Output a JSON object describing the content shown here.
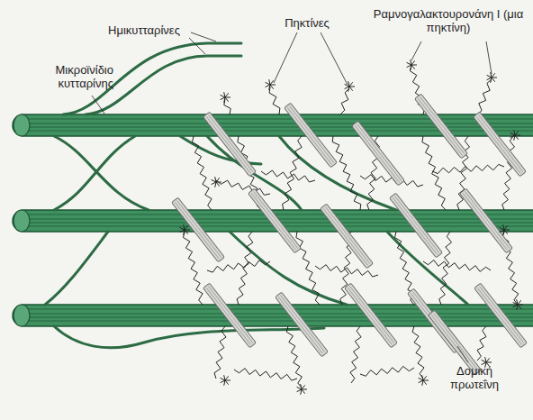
{
  "diagram": {
    "labels": [
      "Ημικυτταρίνες",
      "Μικροϊνίδιο κυτταρίνης",
      "Πηκτίνες",
      "Ραμνογαλακτουρονάνη Ι (μια πηκτίνη)",
      "Δομική πρωτεΐνη"
    ]
  }
}
